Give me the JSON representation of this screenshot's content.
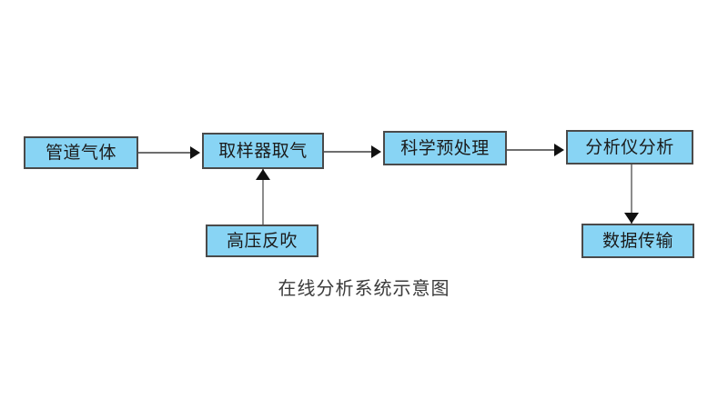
{
  "diagram": {
    "caption": "在线分析系统示意图",
    "colors": {
      "node_fill": "#88d4f4",
      "node_border": "#4a4a4a",
      "connector_line": "#6e6e6e",
      "arrow_head": "#111111",
      "background": "#ffffff",
      "caption_text": "#3b3b3b"
    },
    "nodes": [
      {
        "id": "pipeline-gas",
        "label": "管道气体"
      },
      {
        "id": "sampler",
        "label": "取样器取气"
      },
      {
        "id": "pretreatment",
        "label": "科学预处理"
      },
      {
        "id": "analyzer",
        "label": "分析仪分析"
      },
      {
        "id": "backblow",
        "label": "高压反吹"
      },
      {
        "id": "data-transfer",
        "label": "数据传输"
      }
    ],
    "connectors": [
      {
        "id": "gas-to-sampler",
        "from": "pipeline-gas",
        "to": "sampler",
        "direction": "right"
      },
      {
        "id": "sampler-to-pre",
        "from": "sampler",
        "to": "pretreatment",
        "direction": "right"
      },
      {
        "id": "pre-to-analyzer",
        "from": "pretreatment",
        "to": "analyzer",
        "direction": "right"
      },
      {
        "id": "backblow-to-sampler",
        "from": "backblow",
        "to": "sampler",
        "direction": "up"
      },
      {
        "id": "analyzer-to-data",
        "from": "analyzer",
        "to": "data-transfer",
        "direction": "down"
      }
    ]
  }
}
